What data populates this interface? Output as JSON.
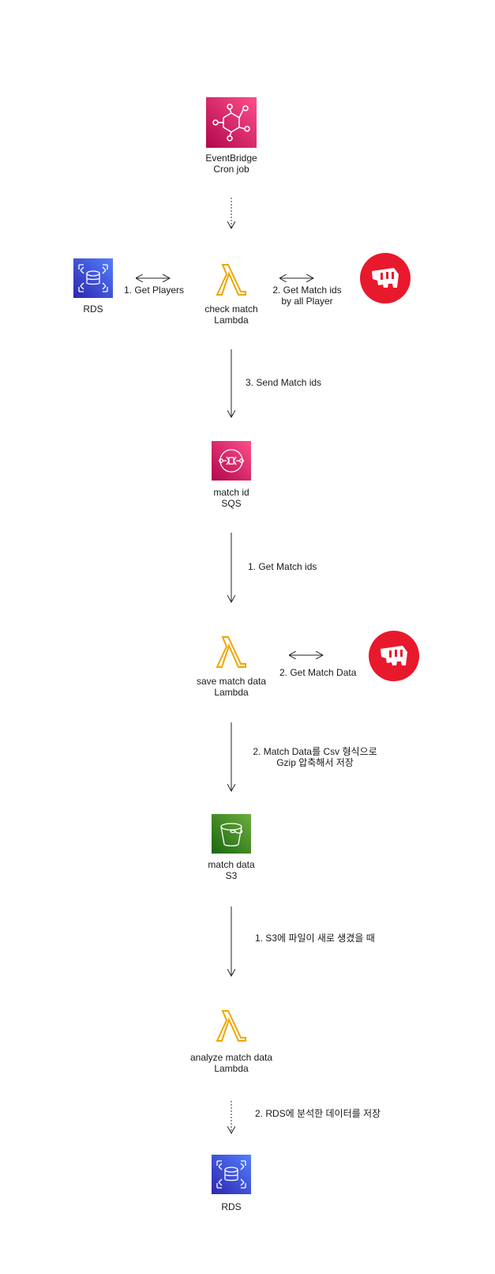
{
  "nodes": {
    "eventbridge": {
      "line1": "EventBridge",
      "line2": "Cron job",
      "icon": "eventbridge-icon",
      "color": "#e7157b"
    },
    "rds_top": {
      "line1": "RDS",
      "icon": "rds-icon",
      "color": "#3b48cc"
    },
    "check_lambda": {
      "line1": "check match",
      "line2": "Lambda",
      "icon": "lambda-icon",
      "color": "#f0a500"
    },
    "riot_top": {
      "icon": "riot-fist-icon",
      "color": "#e8192c"
    },
    "sqs": {
      "line1": "match id",
      "line2": "SQS",
      "icon": "sqs-icon",
      "color": "#e7157b"
    },
    "save_lambda": {
      "line1": "save match data",
      "line2": "Lambda",
      "icon": "lambda-icon",
      "color": "#f0a500"
    },
    "riot_mid": {
      "icon": "riot-fist-icon",
      "color": "#e8192c"
    },
    "s3": {
      "line1": "match data",
      "line2": "S3",
      "icon": "s3-bucket-icon",
      "color": "#3f8624"
    },
    "analyze_lambda": {
      "line1": "analyze match data",
      "line2": "Lambda",
      "icon": "lambda-icon",
      "color": "#f0a500"
    },
    "rds_bottom": {
      "line1": "RDS",
      "icon": "rds-icon",
      "color": "#3b48cc"
    }
  },
  "edges": {
    "get_players": "1. Get Players",
    "get_match_ids_line1": "2. Get Match ids",
    "get_match_ids_line2": "by all Player",
    "send_match_ids": "3. Send Match ids",
    "sqs_get_match_ids": "1. Get Match ids",
    "get_match_data": "2. Get Match Data",
    "store_csv_line1": "2. Match Data를 Csv 형식으로",
    "store_csv_line2": "Gzip 압축해서 저장",
    "s3_trigger": "1. S3에 파일이 새로 생겼을 때",
    "rds_store": "2. RDS에 분석한 데이터를 저장"
  }
}
